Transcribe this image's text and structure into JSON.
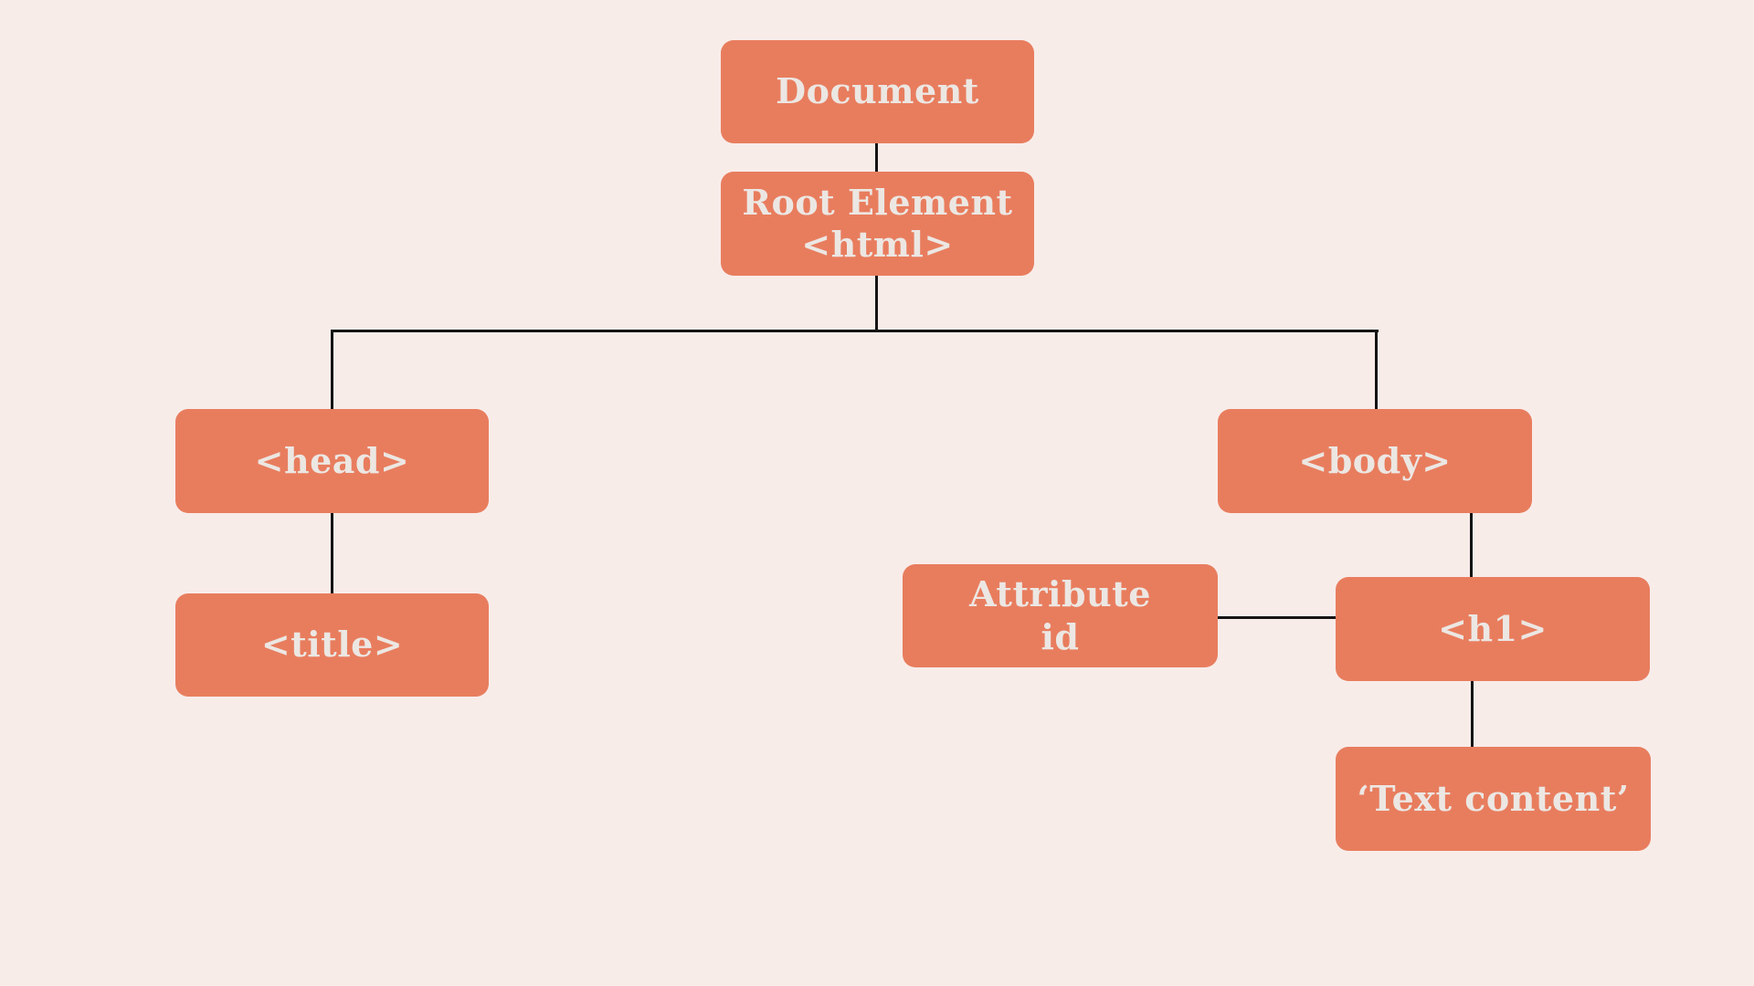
{
  "colors": {
    "background": "#f8ece9",
    "node_fill": "#e87d5e",
    "node_text": "#ece7e3",
    "connector": "#141414"
  },
  "nodes": {
    "document": {
      "label": "Document"
    },
    "root_element": {
      "line1": "Root Element",
      "line2": "<html>"
    },
    "head": {
      "label": "<head>"
    },
    "body": {
      "label": "<body>"
    },
    "title": {
      "label": "<title>"
    },
    "attribute": {
      "line1": "Attribute",
      "line2": "id"
    },
    "h1": {
      "label": "<h1>"
    },
    "text_content": {
      "label": "‘Text content’"
    }
  }
}
